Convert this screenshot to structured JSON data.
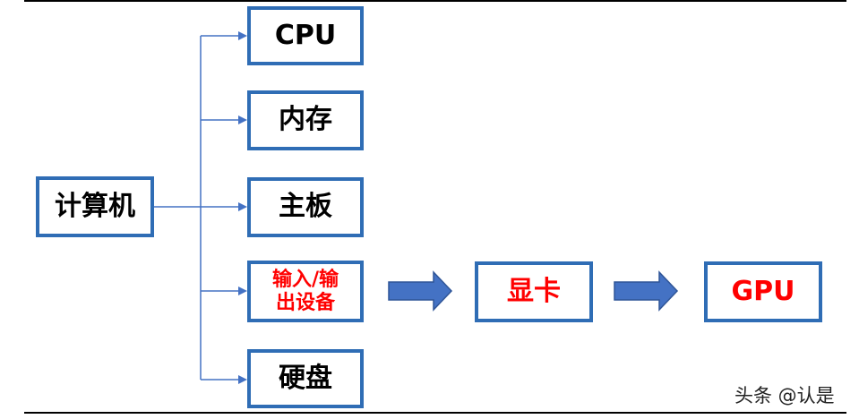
{
  "diagram": {
    "root": {
      "label": "计算机"
    },
    "components": [
      {
        "label": "CPU"
      },
      {
        "label": "内存"
      },
      {
        "label": "主板"
      },
      {
        "label": "输入/输\n出设备"
      },
      {
        "label": "硬盘"
      }
    ],
    "chain": [
      {
        "label": "显卡"
      },
      {
        "label": "GPU"
      }
    ]
  },
  "colors": {
    "box_border": "#2f6db5",
    "connector": "#4472c4",
    "block_arrow": "#4472c4",
    "highlight_text": "#ff0000"
  },
  "watermark": "头条 @认是"
}
